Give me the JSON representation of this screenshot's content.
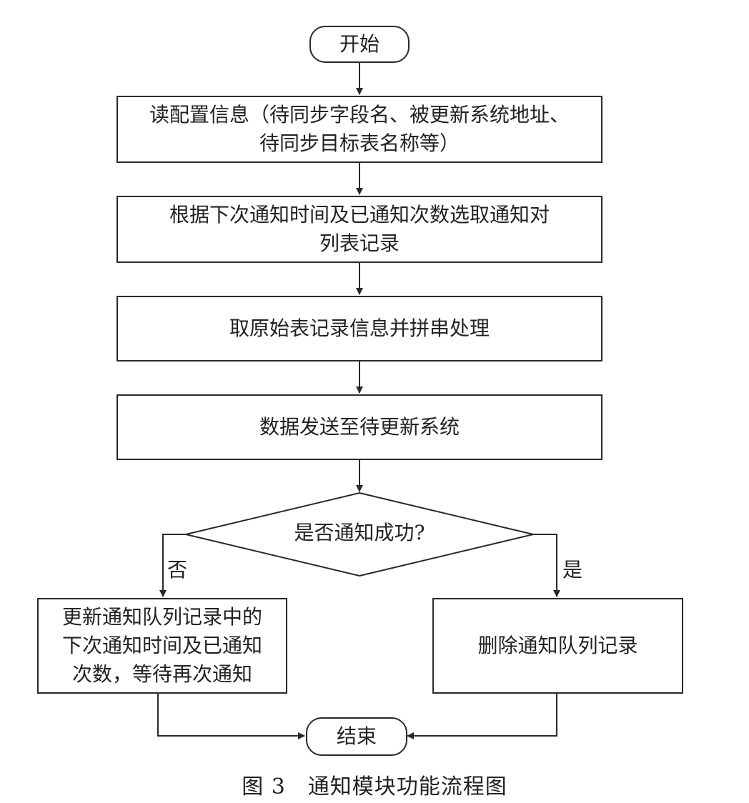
{
  "nodes": {
    "start": "开始",
    "read_config": [
      "读配置信息（待同步字段名、被更新系统地址、",
      "待同步目标表名称等）"
    ],
    "select_records": [
      "根据下次通知时间及已通知次数选取通知对",
      "列表记录"
    ],
    "process": "取原始表记录信息并拼串处理",
    "send": "数据发送至待更新系统",
    "decision": "是否通知成功?",
    "update_queue": [
      "更新通知队列记录中的",
      "下次通知时间及已通知",
      "次数，等待再次通知"
    ],
    "delete_queue": "删除通知队列记录",
    "end": "结束"
  },
  "branches": {
    "no": "否",
    "yes": "是"
  },
  "caption": "图 3　通知模块功能流程图"
}
